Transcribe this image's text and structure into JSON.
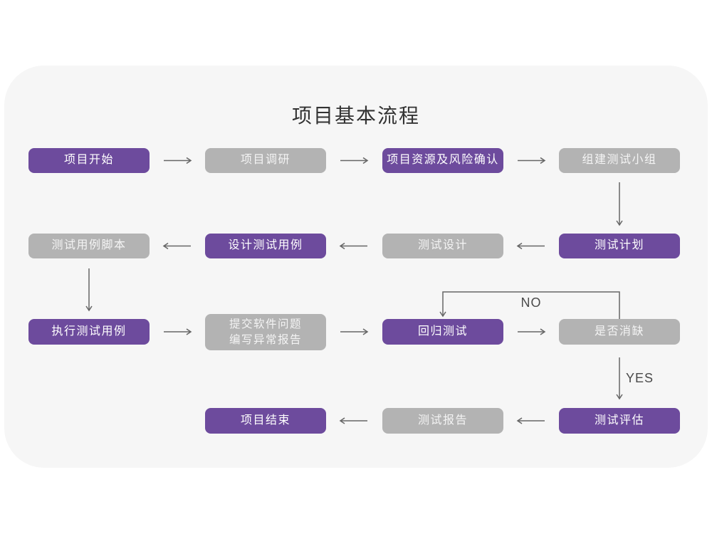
{
  "title": "项目基本流程",
  "colors": {
    "purple": "#6d4b9d",
    "gray": "#b3b3b3",
    "card_bg": "#f6f6f6",
    "arrow": "#666666",
    "title_text": "#333333"
  },
  "edge_labels": {
    "no": "NO",
    "yes": "YES"
  },
  "nodes": [
    {
      "id": "project-start",
      "label": "项目开始",
      "variant": "purple"
    },
    {
      "id": "project-research",
      "label": "项目调研",
      "variant": "gray"
    },
    {
      "id": "resource-risk",
      "label": "项目资源及风险确认",
      "variant": "purple"
    },
    {
      "id": "build-test-team",
      "label": "组建测试小组",
      "variant": "gray"
    },
    {
      "id": "test-plan",
      "label": "测试计划",
      "variant": "purple"
    },
    {
      "id": "test-design",
      "label": "测试设计",
      "variant": "gray"
    },
    {
      "id": "design-cases",
      "label": "设计测试用例",
      "variant": "purple"
    },
    {
      "id": "case-script",
      "label": "测试用例脚本",
      "variant": "gray"
    },
    {
      "id": "execute-cases",
      "label": "执行测试用例",
      "variant": "purple"
    },
    {
      "id": "submit-report",
      "label": "提交软件问题\n编写异常报告",
      "variant": "gray"
    },
    {
      "id": "regression-test",
      "label": "回归测试",
      "variant": "purple"
    },
    {
      "id": "defect-cleared",
      "label": "是否消缺",
      "variant": "gray"
    },
    {
      "id": "test-evaluate",
      "label": "测试评估",
      "variant": "purple"
    },
    {
      "id": "test-report",
      "label": "测试报告",
      "variant": "gray"
    },
    {
      "id": "project-end",
      "label": "项目结束",
      "variant": "purple"
    }
  ]
}
